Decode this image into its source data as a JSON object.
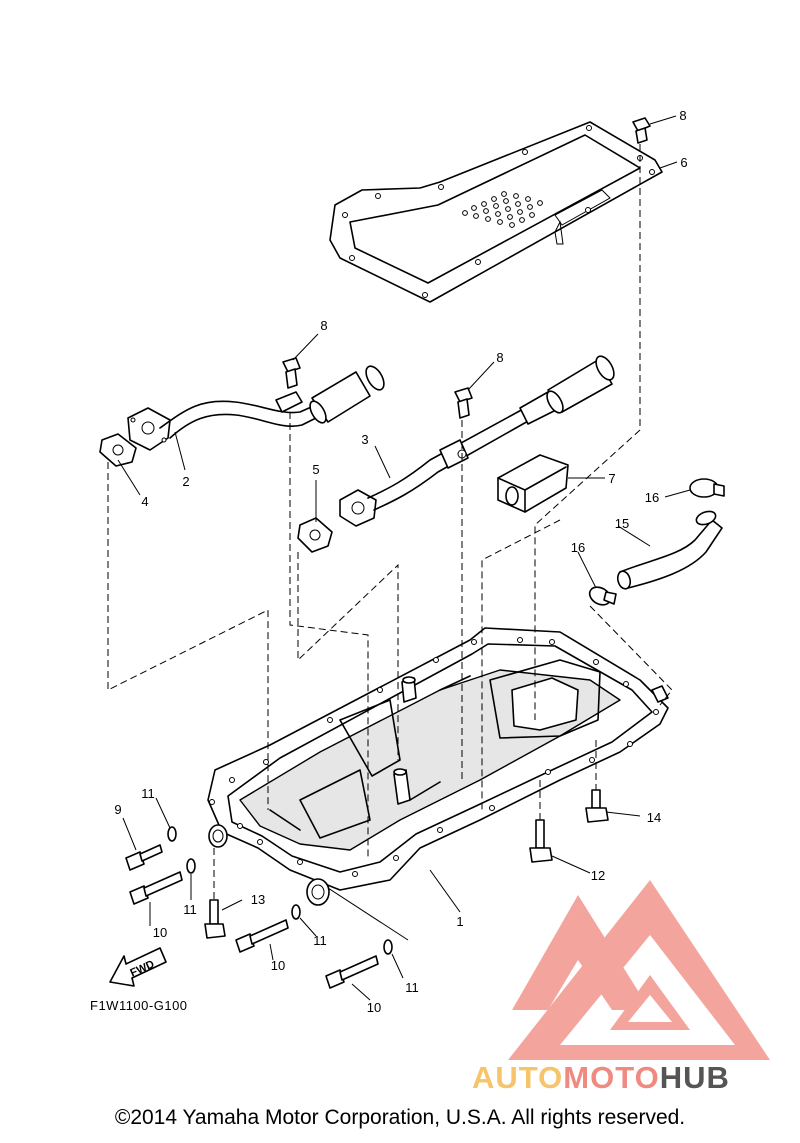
{
  "callouts": [
    {
      "id": "c1",
      "label": "1"
    },
    {
      "id": "c2",
      "label": "2"
    },
    {
      "id": "c3",
      "label": "3"
    },
    {
      "id": "c4",
      "label": "4"
    },
    {
      "id": "c5",
      "label": "5"
    },
    {
      "id": "c6",
      "label": "6"
    },
    {
      "id": "c7",
      "label": "7"
    },
    {
      "id": "c8a",
      "label": "8"
    },
    {
      "id": "c8b",
      "label": "8"
    },
    {
      "id": "c8c",
      "label": "8"
    },
    {
      "id": "c9",
      "label": "9"
    },
    {
      "id": "c10a",
      "label": "10"
    },
    {
      "id": "c10b",
      "label": "10"
    },
    {
      "id": "c10c",
      "label": "10"
    },
    {
      "id": "c11a",
      "label": "11"
    },
    {
      "id": "c11b",
      "label": "11"
    },
    {
      "id": "c11c",
      "label": "11"
    },
    {
      "id": "c11d",
      "label": "11"
    },
    {
      "id": "c12",
      "label": "12"
    },
    {
      "id": "c13",
      "label": "13"
    },
    {
      "id": "c14",
      "label": "14"
    },
    {
      "id": "c15",
      "label": "15"
    },
    {
      "id": "c16a",
      "label": "16"
    },
    {
      "id": "c16b",
      "label": "16"
    }
  ],
  "figure_code": "F1W1100-G100",
  "fwd_label": "FWD",
  "copyright": "©2014 Yamaha Motor Corporation, U.S.A. All rights reserved.",
  "watermark": {
    "text_part1": "AUTO",
    "text_part2": "MOTO",
    "text_part3": "HUB",
    "colors": {
      "auto": "#f6c46a",
      "moto": "#f08a80",
      "hub": "#555555",
      "logo": "#f2968c"
    }
  }
}
